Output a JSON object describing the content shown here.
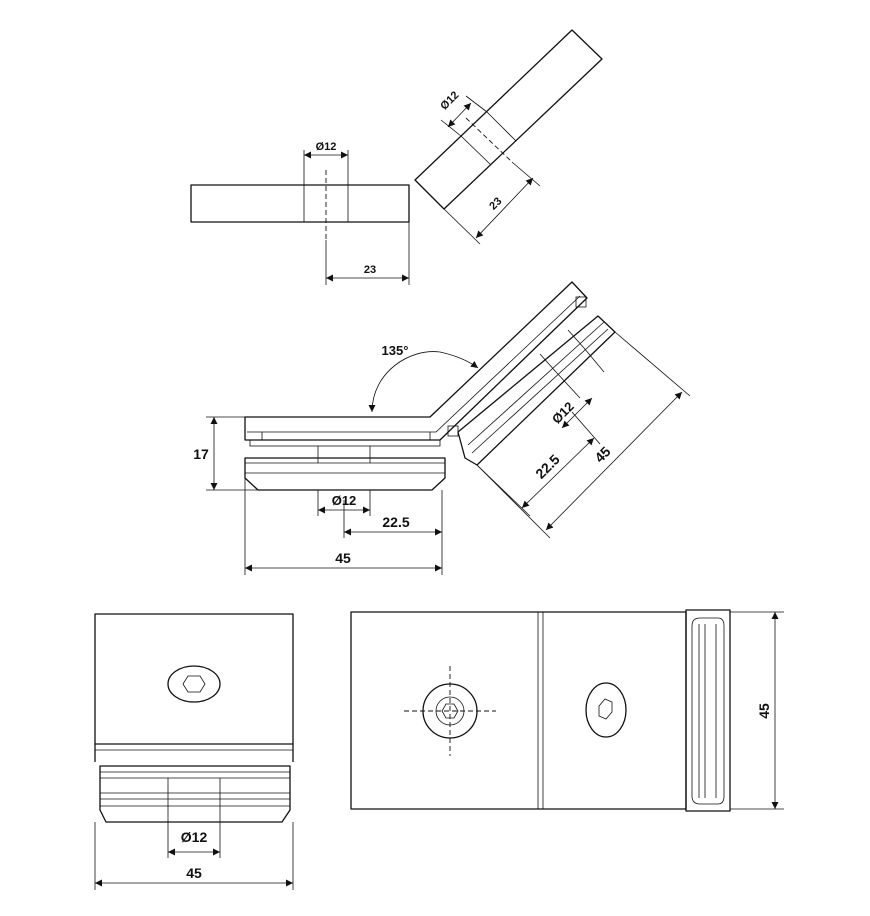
{
  "top_left_view": {
    "diameter": "Ø12",
    "width": "23"
  },
  "top_right_view": {
    "diameter": "Ø12",
    "width": "23"
  },
  "side_view": {
    "angle": "135°",
    "height": "17",
    "diameter": "Ø12",
    "half_width": "22.5",
    "width": "45",
    "angled_diameter": "Ø12",
    "angled_half_width": "22.5",
    "angled_width": "45"
  },
  "front_view": {
    "diameter": "Ø12",
    "width": "45"
  },
  "plan_view": {
    "height": "45"
  }
}
